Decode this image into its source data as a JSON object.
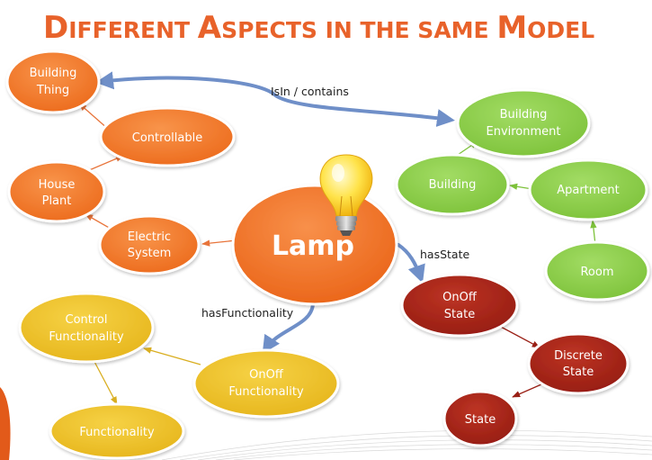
{
  "title": {
    "big1": "D",
    "rest1": "IFFERENT ",
    "big2": "A",
    "rest2": "SPECTS IN THE SAME ",
    "big3": "M",
    "rest3": "ODEL"
  },
  "center": {
    "label": "Lamp",
    "icon": "lightbulb-icon"
  },
  "colors": {
    "orange": "#f07a2a",
    "green": "#8cce4a",
    "yellow": "#efc326",
    "red": "#a82418",
    "blue_arrow": "#6f8fc8"
  },
  "nodes": {
    "building_thing": {
      "line1": "Building",
      "line2": "Thing"
    },
    "controllable": {
      "line1": "Controllable"
    },
    "house_plant": {
      "line1": "House",
      "line2": "Plant"
    },
    "electric_system": {
      "line1": "Electric",
      "line2": "System"
    },
    "building_environment": {
      "line1": "Building",
      "line2": "Environment"
    },
    "building": {
      "line1": "Building"
    },
    "apartment": {
      "line1": "Apartment"
    },
    "room": {
      "line1": "Room"
    },
    "onoff_state": {
      "line1": "OnOff",
      "line2": "State"
    },
    "discrete_state": {
      "line1": "Discrete",
      "line2": "State"
    },
    "state": {
      "line1": "State"
    },
    "control_functionality": {
      "line1": "Control",
      "line2": "Functionality"
    },
    "onoff_functionality": {
      "line1": "OnOff",
      "line2": "Functionality"
    },
    "functionality": {
      "line1": "Functionality"
    }
  },
  "relations": {
    "isin_contains": "IsIn / contains",
    "has_state": "hasState",
    "has_functionality": "hasFunctionality"
  }
}
